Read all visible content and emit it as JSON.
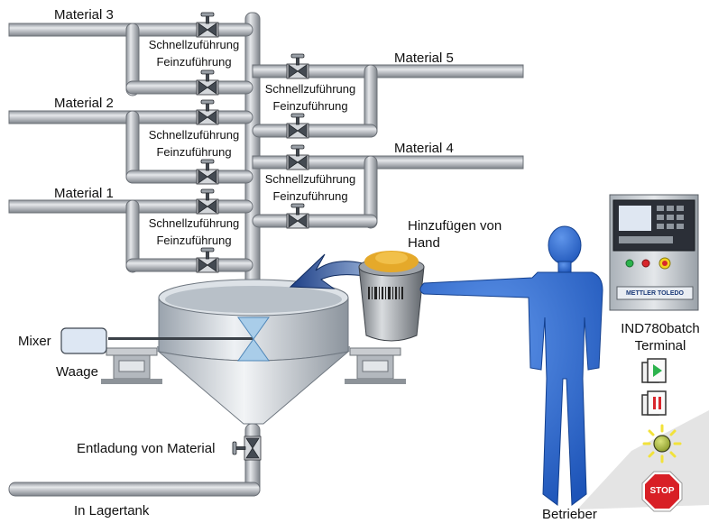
{
  "materials": {
    "m3": "Material 3",
    "m5": "Material 5",
    "m2": "Material 2",
    "m4": "Material 4",
    "m1": "Material 1"
  },
  "valve_groups": [
    {
      "fast": "Schnellzuführung",
      "fine": "Feinzuführung"
    },
    {
      "fast": "Schnellzuführung",
      "fine": "Feinzuführung"
    },
    {
      "fast": "Schnellzuführung",
      "fine": "Feinzuführung"
    },
    {
      "fast": "Schnellzuführung",
      "fine": "Feinzuführung"
    },
    {
      "fast": "Schnellzuführung",
      "fine": "Feinzuführung"
    }
  ],
  "labels": {
    "hand_add_line1": "Hinzufügen von",
    "hand_add_line2": "Hand",
    "mixer": "Mixer",
    "scale": "Waage",
    "discharge": "Entladung von Material",
    "storage": "In Lagertank",
    "operator": "Betrieber",
    "terminal_line1": "IND780batch",
    "terminal_line2": "Terminal",
    "brand": "METTLER TOLEDO",
    "stop": "STOP"
  },
  "icons": {
    "start": "start-batch-icon",
    "pause": "pause-batch-icon",
    "lamp": "indicator-lamp-icon",
    "stop": "stop-sign-icon"
  },
  "colors": {
    "pipe": "#bfc3c9",
    "operator": "#2f6fd6",
    "stop": "#d81f26",
    "lamp": "#f2e23a",
    "start": "#2bb24c",
    "pause": "#d8262c"
  }
}
